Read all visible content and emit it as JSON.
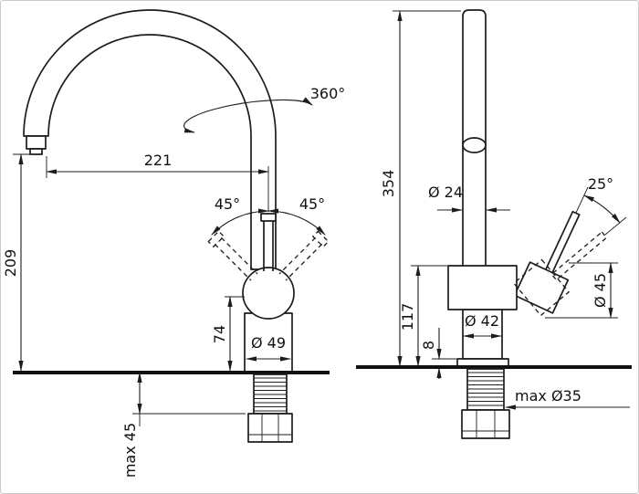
{
  "page": {
    "background": "#ffffff",
    "line_color": "#1c1c1c"
  },
  "views": {
    "front": {
      "rotation_label": "360°",
      "spout_reach": "221",
      "handle_swing_left": "45°",
      "handle_swing_right": "45°",
      "spout_height": "209",
      "body_height": "74",
      "body_diameter": "Ø 49",
      "max_counter_thickness": "max 45"
    },
    "side": {
      "total_height": "354",
      "body_top_height": "117",
      "base_gap": "8",
      "pipe_diameter": "Ø 24",
      "handle_tilt": "25°",
      "handle_diameter": "Ø 45",
      "body_diameter": "Ø 42",
      "max_hole_diameter": "max Ø35"
    }
  }
}
